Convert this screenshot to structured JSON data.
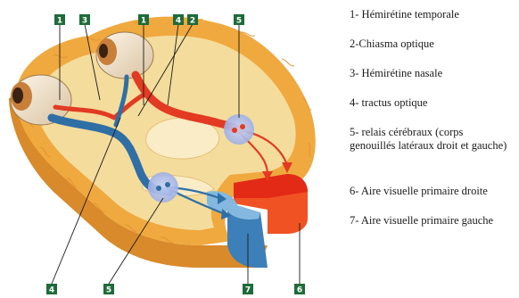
{
  "figure": {
    "colors": {
      "cortex": "#f0a93f",
      "white_matter": "#f4dc9c",
      "left_pathway": "#2f6fa6",
      "right_pathway": "#e23a23",
      "callout_box": "#1f6b3a",
      "relay": "#a8b6e8"
    },
    "callouts": [
      {
        "id": "c1",
        "label": "1"
      },
      {
        "id": "c3",
        "label": "3"
      },
      {
        "id": "c1b",
        "label": "1"
      },
      {
        "id": "c4top",
        "label": "4"
      },
      {
        "id": "c2",
        "label": "2"
      },
      {
        "id": "c5top",
        "label": "5"
      },
      {
        "id": "c4bot",
        "label": "4"
      },
      {
        "id": "c5bot",
        "label": "5"
      },
      {
        "id": "c7",
        "label": "7"
      },
      {
        "id": "c6",
        "label": "6"
      }
    ]
  },
  "legend": {
    "items": [
      {
        "text": "1- Hémirétine temporale"
      },
      {
        "text": "2-Chiasma optique"
      },
      {
        "text": "3- Hémirétine nasale"
      },
      {
        "text": "4- tractus optique"
      },
      {
        "text": "5- relais cérébraux (corps genouillés latéraux droit et gauche)"
      },
      {
        "text": "6- Aire visuelle primaire droite"
      },
      {
        "text": "7- Aire visuelle primaire gauche"
      }
    ]
  }
}
